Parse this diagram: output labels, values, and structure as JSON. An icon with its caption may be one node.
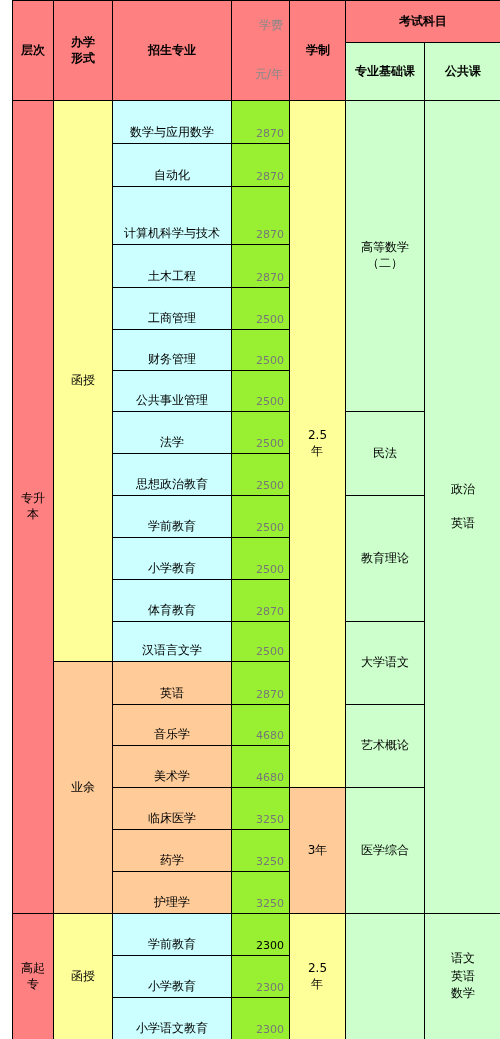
{
  "diagram": {
    "labels": [
      "层次",
      "办学形式",
      "招生专业",
      "学费",
      "元/年",
      "学制",
      "考试科目",
      "专业基础课",
      "公共课",
      "专升本",
      "函授",
      "数学与应用数学",
      "2870",
      "2.5年",
      "高等数学（二）",
      "政治",
      "英语",
      "自动化",
      "2870",
      "计算机科学与技术",
      "2870",
      "土木工程",
      "2870",
      "工商管理",
      "2500",
      "财务管理",
      "2500",
      "公共事业管理",
      "2500",
      "法学",
      "2500",
      "民法",
      "思想政治教育",
      "2500",
      "学前教育",
      "2500",
      "教育理论",
      "小学教育",
      "2500",
      "体育教育",
      "2870",
      "汉语言文学",
      "2500",
      "大学语文",
      "业余",
      "英语",
      "2870",
      "音乐学",
      "4680",
      "艺术概论",
      "美术学",
      "4680",
      "临床医学",
      "3250",
      "3年",
      "医学综合",
      "药学",
      "3250",
      "护理学",
      "3250",
      "高起专",
      "函授",
      "学前教育",
      "2300",
      "2.5年",
      "语文",
      "英语",
      "数学",
      "小学教育",
      "2300",
      "小学语文教育",
      "2300"
    ]
  }
}
